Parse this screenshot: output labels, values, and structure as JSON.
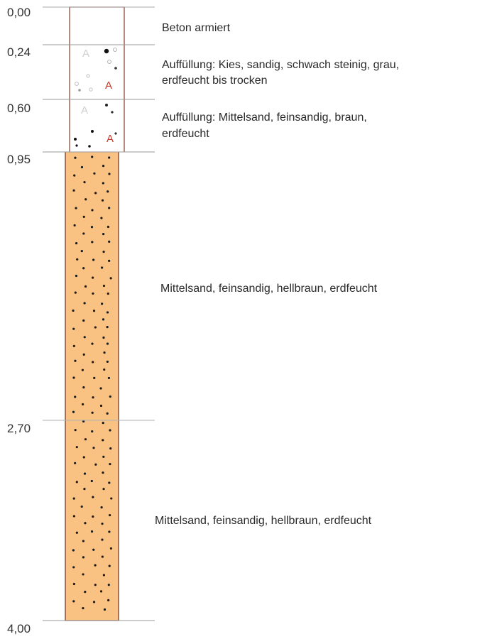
{
  "depth_labels": {
    "d0": "0,00",
    "d1": "0,24",
    "d2": "0,60",
    "d3": "0,95",
    "d4": "2,70",
    "d5": "4,00"
  },
  "layers": {
    "l1": {
      "text": "Beton armiert",
      "fill": "#ffffff"
    },
    "l2": {
      "line1": "Auffüllung: Kies, sandig, schwach steinig, grau,",
      "line2": "erdfeucht bis trocken",
      "fill": "#ffffff",
      "symbol": "A"
    },
    "l3": {
      "line1": "Auffüllung: Mittelsand, feinsandig, braun,",
      "line2": "erdfeucht",
      "fill": "#ffffff",
      "symbol": "A"
    },
    "l4": {
      "text": "Mittelsand, feinsandig, hellbraun, erdfeucht",
      "fill": "#f9c283"
    },
    "l5": {
      "text": "Mittelsand, feinsandig, hellbraun, erdfeucht",
      "fill": "#f9c283"
    }
  },
  "colors": {
    "column_border": "#8b3a2a",
    "boundary_line": "#aaaaaa",
    "sand_fill": "#f9c283",
    "symbol_red": "#c0392b"
  }
}
